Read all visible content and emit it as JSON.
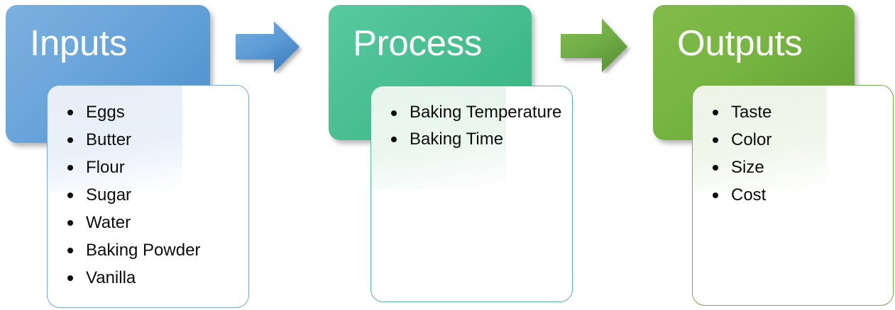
{
  "diagram": {
    "type": "input-process-output flowchart",
    "stages": [
      {
        "id": "inputs",
        "title": "Inputs",
        "accent": "#6aa5da",
        "panel_border": "#7ba7cf",
        "items": [
          "Eggs",
          "Butter",
          "Flour",
          "Sugar",
          "Water",
          "Baking Powder",
          "Vanilla"
        ]
      },
      {
        "id": "process",
        "title": "Process",
        "accent": "#49bf92",
        "panel_border": "#58b79b",
        "items": [
          "Baking Temperature",
          "Baking Time"
        ]
      },
      {
        "id": "outputs",
        "title": "Outputs",
        "accent": "#76b441",
        "panel_border": "#74a84a",
        "items": [
          "Taste",
          "Color",
          "Size",
          "Cost"
        ]
      }
    ],
    "connectors": [
      {
        "id": "arrow-inputs-to-process",
        "icon": "right-arrow-icon",
        "color": "#4a8fcc"
      },
      {
        "id": "arrow-process-to-outputs",
        "icon": "right-arrow-icon",
        "color": "#76b441"
      }
    ]
  }
}
